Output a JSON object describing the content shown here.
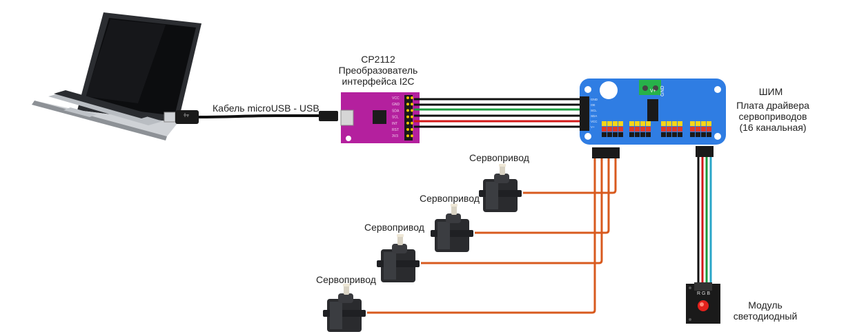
{
  "labels": {
    "usb_cable": "Кабель microUSB - USB",
    "cp2112_lines": [
      "CP2112",
      "Преобразователь",
      "интерфейса I2C"
    ],
    "pwm_title": "ШИМ",
    "pwm_lines": [
      "Плата драйвера",
      "сервоприводов",
      "(16 канальная)"
    ],
    "servo": "Сервопривод",
    "led_lines": [
      "Модуль",
      "светодиодный"
    ],
    "cp2112_pins": [
      "VCC",
      "GND",
      "SDA",
      "SCL",
      "INT",
      "RST",
      "3V3"
    ],
    "pwm_left_pins": [
      "GND",
      "OE",
      "SCL",
      "SDA",
      "VCC",
      "V+"
    ],
    "pwm_terminal": [
      "V+",
      "GND"
    ],
    "led_pins": "R G B"
  },
  "colors": {
    "cp2112_board": "#b4209e",
    "pwm_board": "#2f7de3",
    "servo_wire": "#d85a1e",
    "wire_black": "#111111",
    "wire_green": "#1a9a3c",
    "wire_red": "#d21818",
    "wire_blue": "#2aa6c8",
    "header_yellow": "#f7d51a",
    "header_red": "#e03a2a",
    "terminal_green": "#27b24a"
  },
  "icons": {
    "laptop": "laptop-icon",
    "usb_plug": "usb-plug-icon",
    "servo": "servo-motor-icon",
    "led_module": "rgb-led-module-icon"
  }
}
